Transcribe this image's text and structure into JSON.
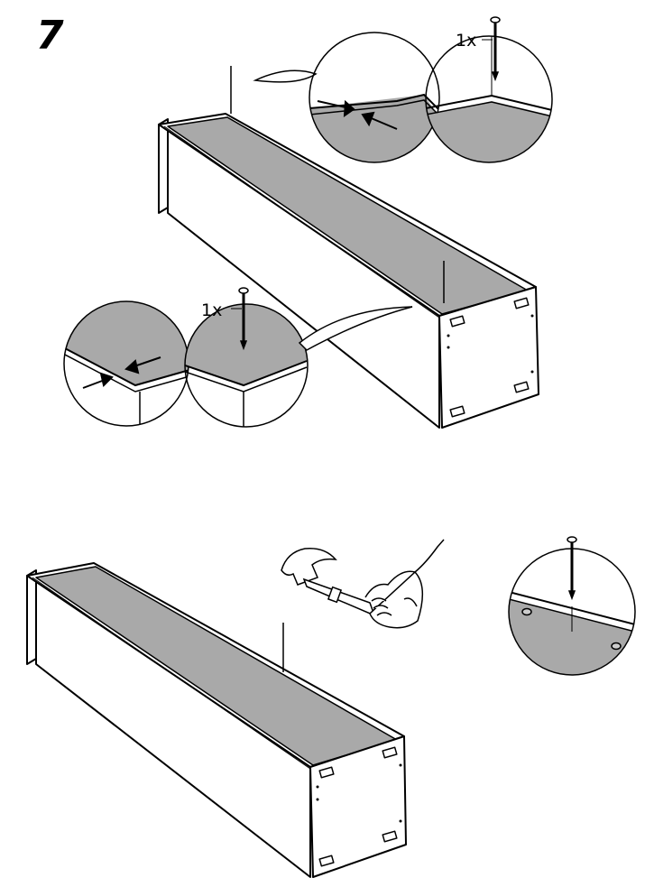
{
  "step": {
    "number": "7"
  },
  "callouts": {
    "nail_count_top": "1x",
    "nail_count_middle": "1x"
  },
  "colors": {
    "panel_fill": "#a9a9a9",
    "line": "#000000",
    "background": "#ffffff"
  },
  "icons": [
    "nail-icon",
    "hammer-icon",
    "hand-icon",
    "alignment-arrows-icon",
    "magnifier-circle"
  ]
}
